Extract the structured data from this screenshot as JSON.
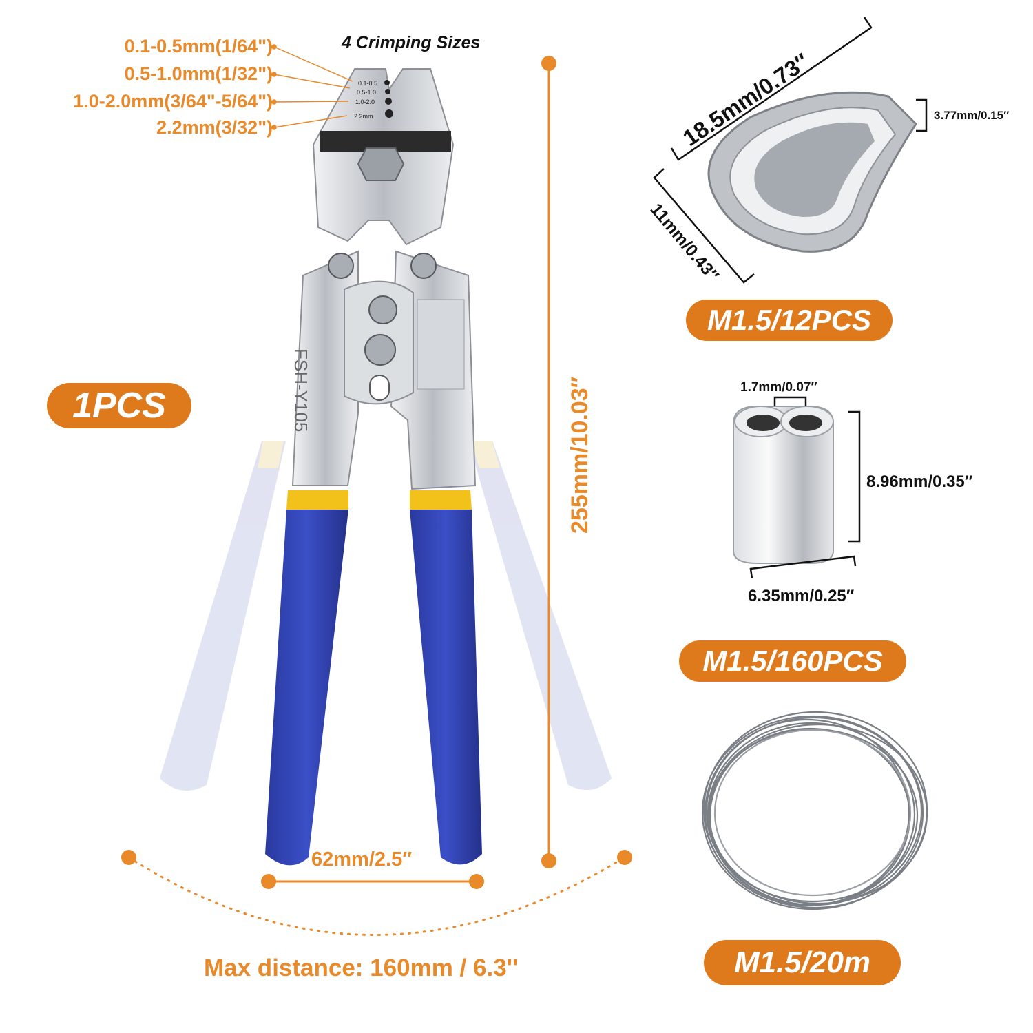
{
  "crimping": {
    "title": "4 Crimping Sizes",
    "sizes": [
      "0.1-0.5mm(1/64\")",
      "0.5-1.0mm(1/32\")",
      "1.0-2.0mm(3/64\"-5/64\")",
      "2.2mm(3/32\")"
    ],
    "jaw_marks": [
      "0.1-0.5",
      "0.5-1.0",
      "1.0-2.0",
      "2.2mm"
    ]
  },
  "tool": {
    "quantity_badge": "1PCS",
    "model": "FSH-Y105",
    "length_label": "255mm/10.03″",
    "handle_width_label": "62mm/2.5″",
    "max_distance_label": "Max distance: 160mm / 6.3''"
  },
  "thimble": {
    "length_label": "18.5mm/0.73″",
    "gap_label": "3.77mm/0.15″",
    "width_label": "11mm/0.43″",
    "badge": "M1.5/12PCS"
  },
  "sleeve": {
    "hole_label": "1.7mm/0.07″",
    "height_label": "8.96mm/0.35″",
    "width_label": "6.35mm/0.25″",
    "badge": "M1.5/160PCS"
  },
  "wire": {
    "badge": "M1.5/20m"
  },
  "colors": {
    "accent_orange": "#df7a1c",
    "label_orange": "#e8892a",
    "handle_blue": "#2f3ea6",
    "handle_yellow": "#f3c21a",
    "steel": "#c9ccd0"
  }
}
